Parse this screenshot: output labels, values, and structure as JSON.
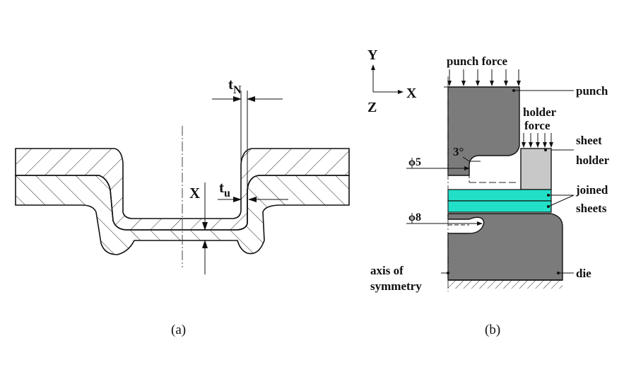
{
  "panel_a": {
    "caption": "(a)",
    "dim_neck": "t",
    "dim_neck_sub": "N",
    "dim_undercut": "t",
    "dim_undercut_sub": "u",
    "dim_bottom": "X"
  },
  "panel_b": {
    "caption": "(b)",
    "axes": {
      "y": "Y",
      "x": "X",
      "z": "Z"
    },
    "labels": {
      "punch_force": "punch force",
      "punch": "punch",
      "holder_force_1": "holder",
      "holder_force_2": "force",
      "sheet_holder_1": "sheet",
      "sheet_holder_2": "holder",
      "joined_1": "joined",
      "joined_2": "sheets",
      "die": "die",
      "axis_1": "axis of",
      "axis_2": "symmetry",
      "angle": "3°",
      "dia_5": "ϕ5",
      "dia_8": "ϕ8"
    }
  },
  "colors": {
    "tool_grey": "#7b7b7b",
    "holder_grey": "#c8c8c8",
    "sheet_cyan": "#22e0c8",
    "line": "#111111"
  }
}
